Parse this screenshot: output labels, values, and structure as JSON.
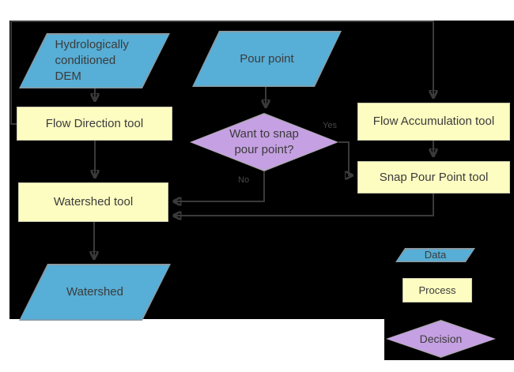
{
  "diagram": {
    "title_none_visible": "",
    "nodes": {
      "dem": {
        "label": "Hydrologically\nconditioned\nDEM",
        "type": "data"
      },
      "pour_point": {
        "label": "Pour point",
        "type": "data"
      },
      "flow_direction": {
        "label": "Flow Direction tool",
        "type": "process"
      },
      "flow_accumulation": {
        "label": "Flow Accumulation tool",
        "type": "process"
      },
      "decision": {
        "label": "Want to snap\npour point?",
        "type": "decision"
      },
      "snap_pour_point": {
        "label": "Snap Pour Point tool",
        "type": "process"
      },
      "watershed_tool": {
        "label": "Watershed tool",
        "type": "process"
      },
      "watershed": {
        "label": "Watershed",
        "type": "data"
      }
    },
    "edges": {
      "yes_label": "Yes",
      "no_label": "No",
      "flows": [
        "dem -> flow_direction",
        "flow_direction -> flow_accumulation",
        "flow_direction -> watershed_tool",
        "pour_point -> decision",
        "decision -Yes-> snap_pour_point",
        "decision -No-> watershed_tool",
        "flow_accumulation -> snap_pour_point",
        "snap_pour_point -> watershed_tool",
        "watershed_tool -> watershed"
      ]
    },
    "legend": {
      "data_label": "Data",
      "process_label": "Process",
      "decision_label": "Decision"
    },
    "colors": {
      "page_background": "#ffffff",
      "panel_background": "#000000",
      "data_fill": "#57aed6",
      "process_fill": "#fdfdc2",
      "decision_fill": "#c5a0e2",
      "connector": "#3a3a3a",
      "text": "#3b3b3b"
    }
  }
}
